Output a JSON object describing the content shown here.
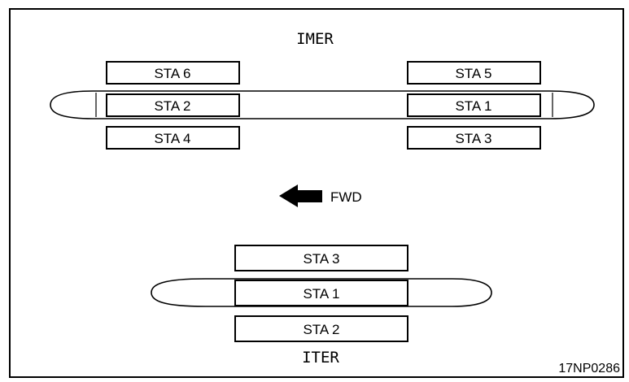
{
  "top_group": {
    "title": "IMER",
    "left_column": [
      "STA 6",
      "STA 2",
      "STA 4"
    ],
    "right_column": [
      "STA 5",
      "STA 1",
      "STA 3"
    ]
  },
  "direction_label": "FWD",
  "bottom_group": {
    "title": "ITER",
    "stations": [
      "STA 3",
      "STA 1",
      "STA 2"
    ]
  },
  "figure_id": "17NP0286",
  "colors": {
    "line": "#000000",
    "background": "#ffffff"
  },
  "icons": {
    "direction": "left-arrow-icon"
  }
}
